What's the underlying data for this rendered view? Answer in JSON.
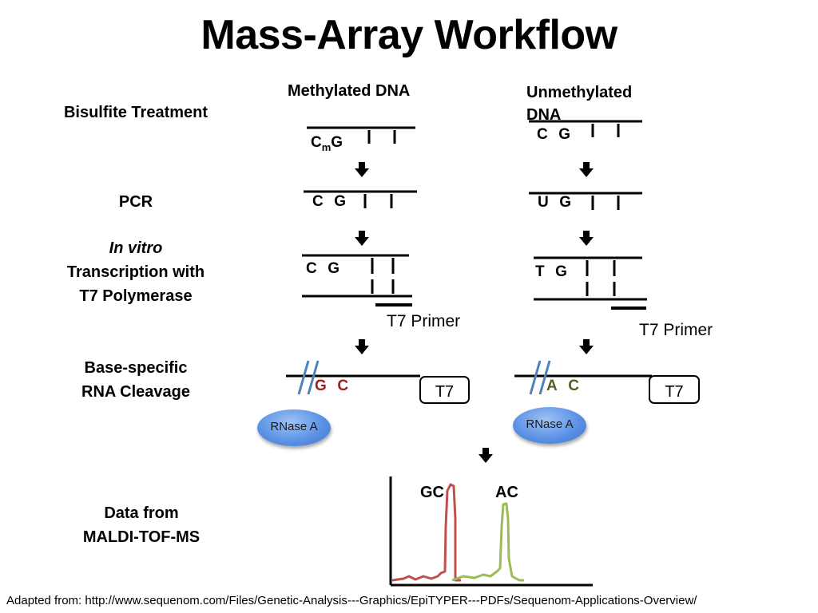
{
  "title": "Mass-Array Workflow",
  "columns": {
    "methylated": "Methylated DNA",
    "unmethylated": "Unmethylated DNA"
  },
  "steps": {
    "bisulfite": "Bisulfite Treatment",
    "pcr": "PCR",
    "ivt_italic": "In vitro",
    "ivt_line2": "Transcription with",
    "ivt_line3": "T7 Polymerase",
    "cleavage_line1": "Base-specific",
    "cleavage_line2": "RNA Cleavage",
    "data_line1": "Data from",
    "data_line2": "MALDI-TOF-MS"
  },
  "methylated": {
    "bisulfite_c": "C",
    "bisulfite_sub": "m",
    "bisulfite_g": "G",
    "pcr": "C  G",
    "ivt": "C  G",
    "primer": "T7 Primer",
    "cleave_g": "G",
    "cleave_c": "C",
    "t7": "T7",
    "rnase": "RNase A"
  },
  "unmethylated": {
    "bisulfite": "C  G",
    "pcr": "U  G",
    "ivt": "T  G",
    "primer": "T7 Primer",
    "cleave_a": "A",
    "cleave_c": "C",
    "t7": "T7",
    "rnase": "RNase A"
  },
  "peaks": {
    "gc": "GC",
    "ac": "AC"
  },
  "footer": "Adapted from: http://www.sequenom.com/Files/Genetic-Analysis---Graphics/EpiTYPER---PDFs/Sequenom-Applications-Overview/",
  "colors": {
    "gc_peak": "#c0504d",
    "ac_peak": "#9bbb59",
    "cleave_mark": "#4f81bd",
    "g_c_text": "#a02020",
    "a_c_text": "#4f6228"
  },
  "icons": [
    "down-arrow-icon",
    "cleavage-slash-icon"
  ]
}
